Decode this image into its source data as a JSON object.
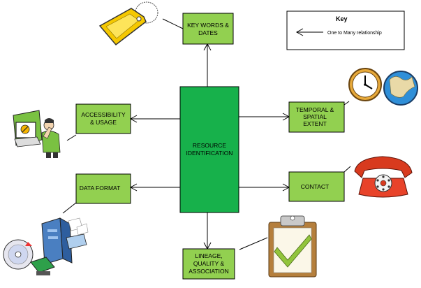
{
  "diagram": {
    "center": {
      "line1": "RESOURCE",
      "line2": "IDENTIFICATION"
    },
    "nodes": {
      "keywords": {
        "line1": "KEY WORDS &",
        "line2": "DATES"
      },
      "accessibility": {
        "line1": "ACCESSIBILITY",
        "line2": "& USAGE"
      },
      "dataformat": {
        "line1": "DATA FORMAT"
      },
      "temporal": {
        "line1": "TEMPORAL &",
        "line2": "SPATIAL",
        "line3": "EXTENT"
      },
      "contact": {
        "line1": "CONTACT"
      },
      "lineage": {
        "line1": "LINEAGE,",
        "line2": "QUALITY &",
        "line3": "ASSOCIATION"
      }
    },
    "key": {
      "title": "Key",
      "entry": "One to Many relationship"
    }
  },
  "colors": {
    "center_fill": "#17b14b",
    "node_fill": "#92d050",
    "border": "#000000"
  },
  "icons": [
    "price-tag-icon",
    "person-computer-icon",
    "data-devices-icon",
    "clock-globe-icon",
    "telephone-icon",
    "clipboard-check-icon"
  ]
}
